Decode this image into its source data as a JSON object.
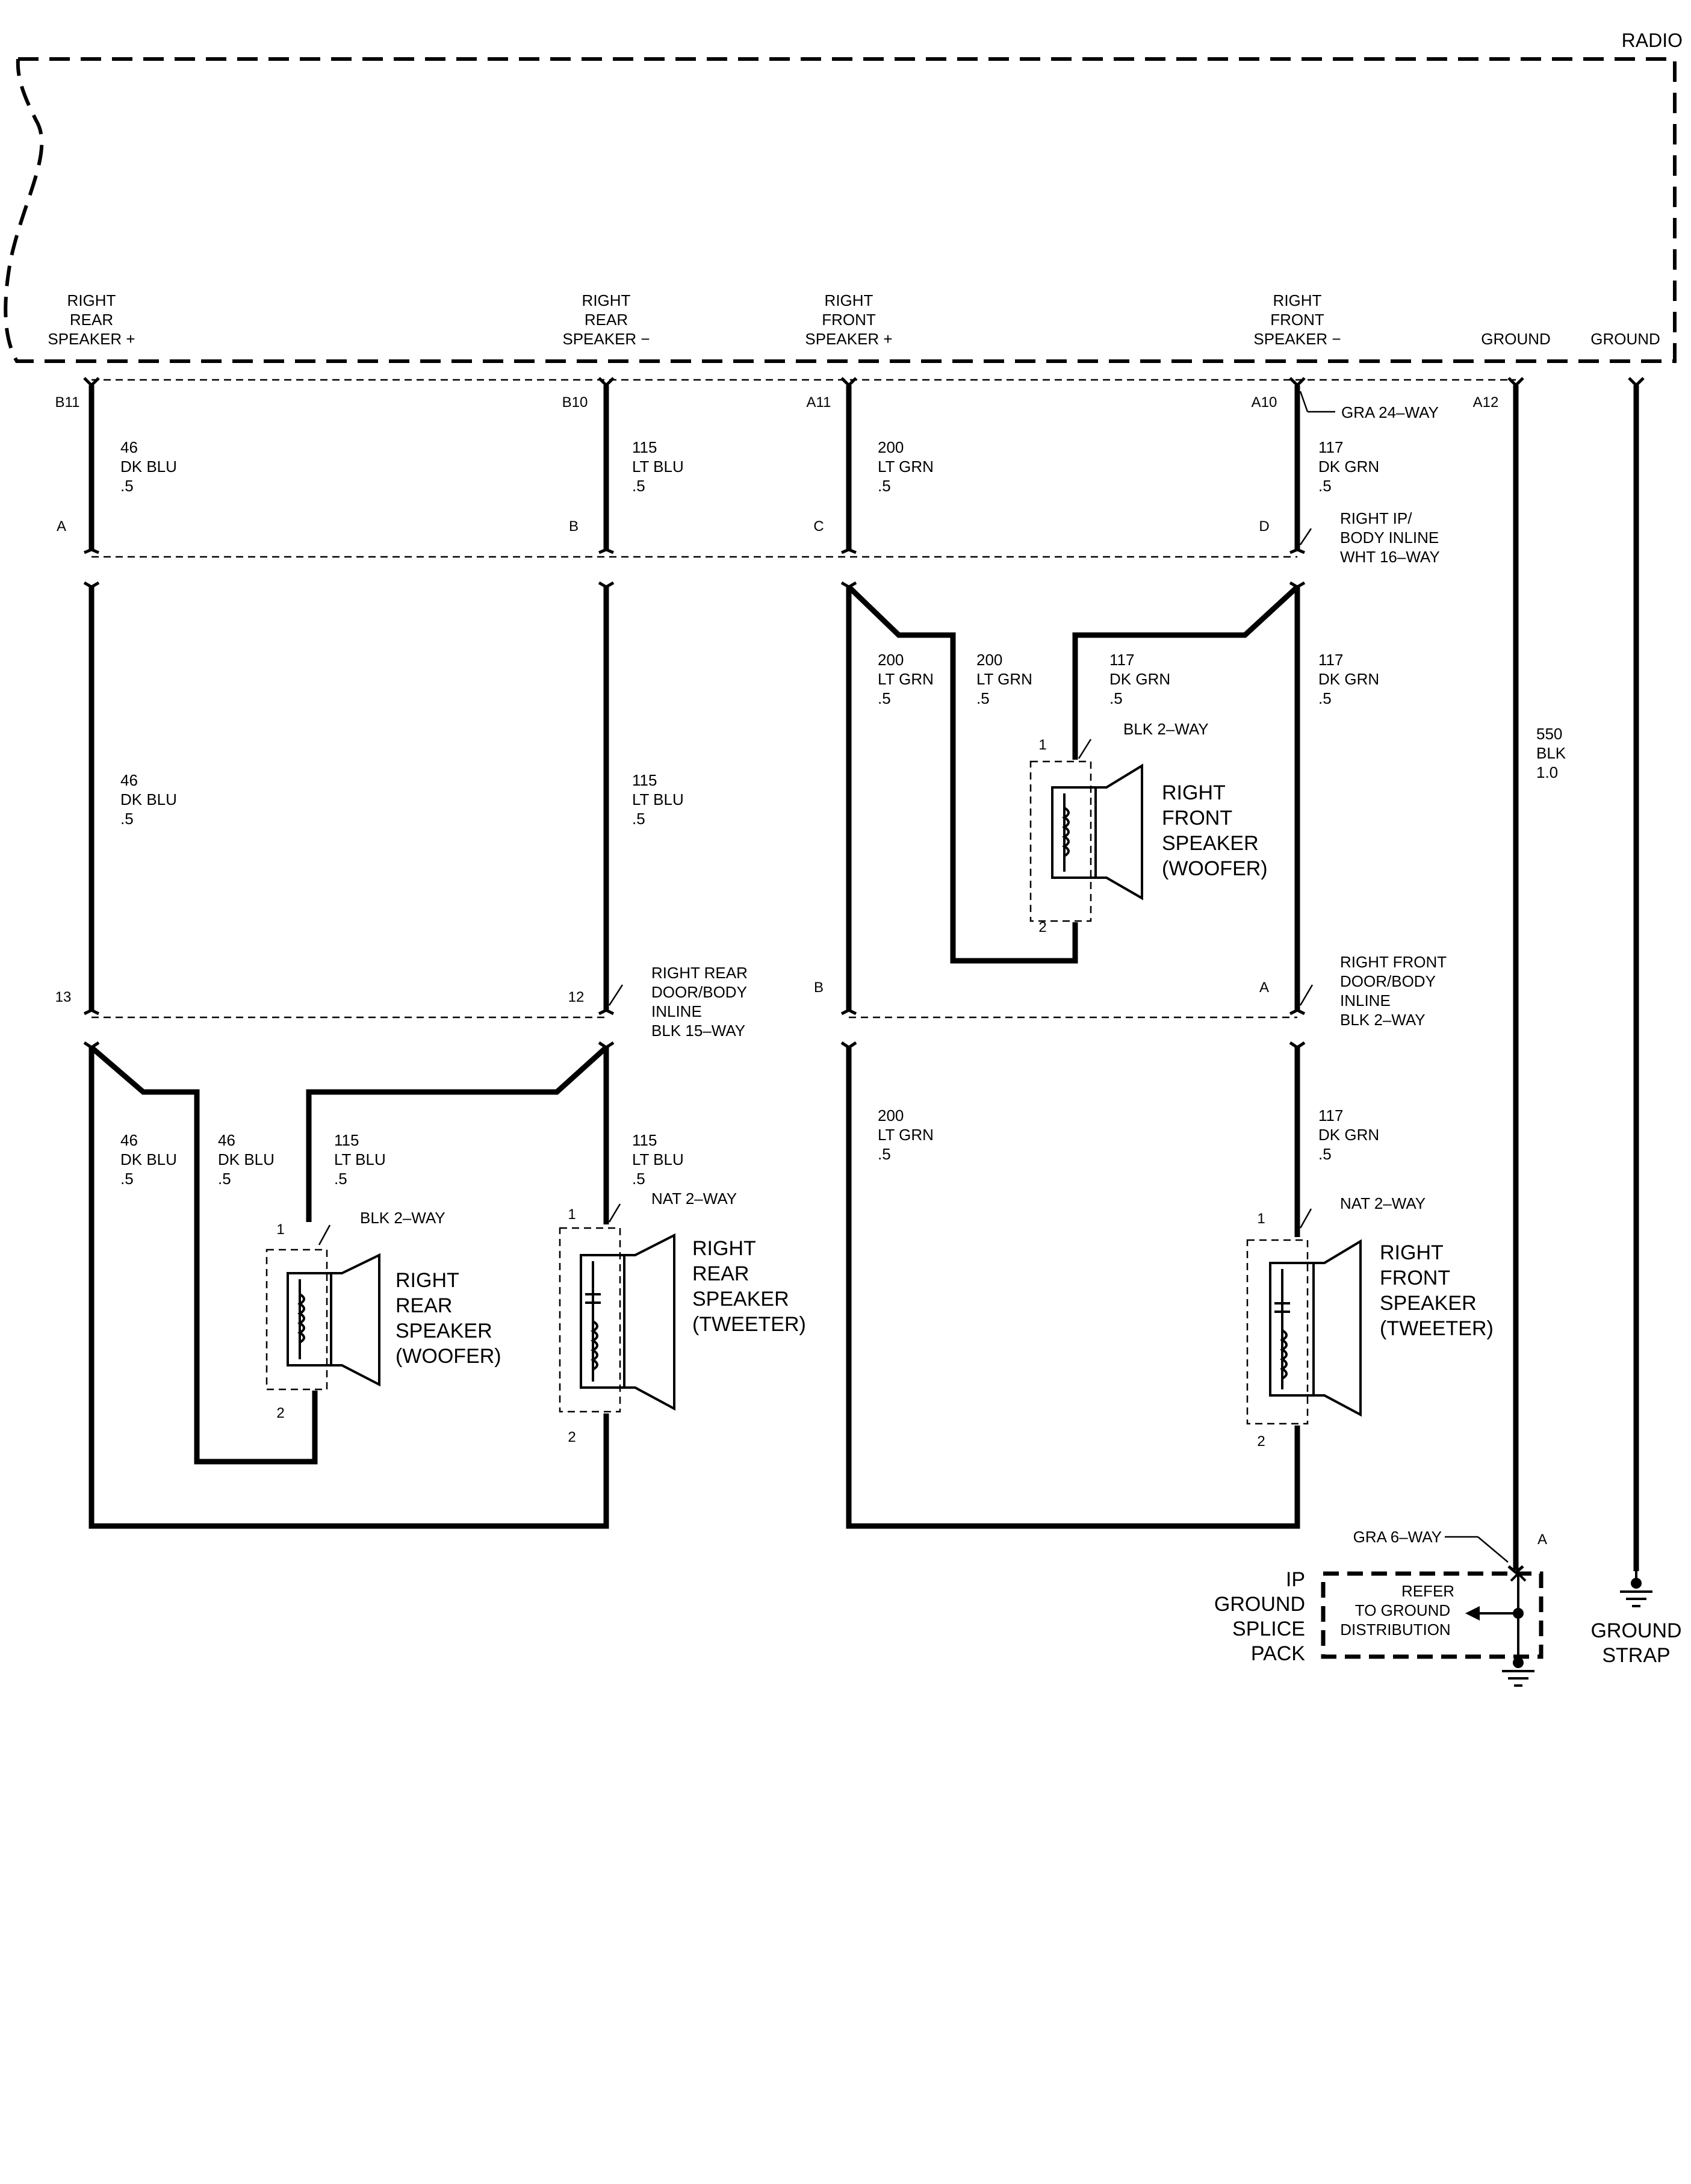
{
  "radio": {
    "title": "RADIO"
  },
  "terminals": {
    "rr_plus": [
      "RIGHT",
      "REAR",
      "SPEAKER +"
    ],
    "rr_minus": [
      "RIGHT",
      "REAR",
      "SPEAKER −"
    ],
    "rf_plus": [
      "RIGHT",
      "FRONT",
      "SPEAKER +"
    ],
    "rf_minus": [
      "RIGHT",
      "FRONT",
      "SPEAKER −"
    ],
    "ground1": "GROUND",
    "ground2": "GROUND"
  },
  "pins": {
    "b11": "B11",
    "b10": "B10",
    "a11": "A11",
    "a10": "A10",
    "a12": "A12",
    "ip_a": "A",
    "ip_b": "B",
    "ip_c": "C",
    "ip_d": "D",
    "rd_13": "13",
    "rd_12": "12",
    "fd_b": "B",
    "fd_a": "A",
    "pin1": "1",
    "pin2": "2",
    "gnd_a": "A"
  },
  "connectors": {
    "radio_conn": "GRA 24–WAY",
    "ip_inline": [
      "RIGHT IP/",
      "BODY INLINE",
      "WHT 16–WAY"
    ],
    "rear_door_inline": [
      "RIGHT REAR",
      "DOOR/BODY",
      "INLINE",
      "BLK 15–WAY"
    ],
    "front_door_inline": [
      "RIGHT FRONT",
      "DOOR/BODY",
      "INLINE",
      "BLK 2–WAY"
    ],
    "blk2way": "BLK 2–WAY",
    "nat2way": "NAT 2–WAY",
    "gra6way": "GRA 6–WAY"
  },
  "wires": {
    "dkblu": [
      "46",
      "DK BLU",
      ".5"
    ],
    "ltblu": [
      "115",
      "LT BLU",
      ".5"
    ],
    "ltgrn": [
      "200",
      "LT GRN",
      ".5"
    ],
    "dkgrn": [
      "117",
      "DK GRN",
      ".5"
    ],
    "blk": [
      "550",
      "BLK",
      "1.0"
    ]
  },
  "components": {
    "rf_woofer": [
      "RIGHT",
      "FRONT",
      "SPEAKER",
      "(WOOFER)"
    ],
    "rr_woofer": [
      "RIGHT",
      "REAR",
      "SPEAKER",
      "(WOOFER)"
    ],
    "rr_tweeter": [
      "RIGHT",
      "REAR",
      "SPEAKER",
      "(TWEETER)"
    ],
    "rf_tweeter": [
      "RIGHT",
      "FRONT",
      "SPEAKER",
      "(TWEETER)"
    ],
    "ip_splice": [
      "IP",
      "GROUND",
      "SPLICE",
      "PACK"
    ],
    "refer": [
      "REFER",
      "TO GROUND",
      "DISTRIBUTION"
    ],
    "ground_strap": [
      "GROUND",
      "STRAP"
    ]
  }
}
